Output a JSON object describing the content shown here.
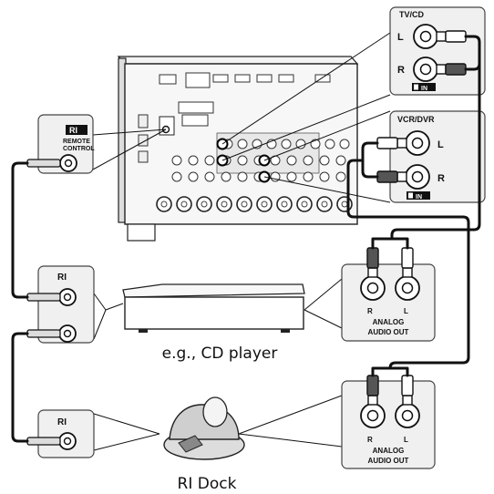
{
  "jacks": {
    "tvcd": {
      "title": "TV/CD",
      "left": "L",
      "right": "R",
      "in_badge": "IN"
    },
    "vcrdvr": {
      "title": "VCR/DVR",
      "left": "L",
      "right": "R",
      "in_badge": "IN"
    },
    "remote": {
      "ri_logo": "RI",
      "line1": "REMOTE",
      "line2": "CONTROL"
    },
    "cd_ri": {
      "ri_logo": "RI"
    },
    "dock_ri": {
      "ri_logo": "RI"
    }
  },
  "analog_out_cd": {
    "right": "R",
    "left": "L",
    "line1": "ANALOG",
    "line2": "AUDIO OUT"
  },
  "analog_out_dock": {
    "right": "R",
    "left": "L",
    "line1": "ANALOG",
    "line2": "AUDIO OUT"
  },
  "captions": {
    "cd_player": "e.g., CD player",
    "ri_dock": "RI Dock"
  },
  "colors": {
    "line": "#111111",
    "panel": "#eeeeee",
    "plug": "#555555"
  }
}
